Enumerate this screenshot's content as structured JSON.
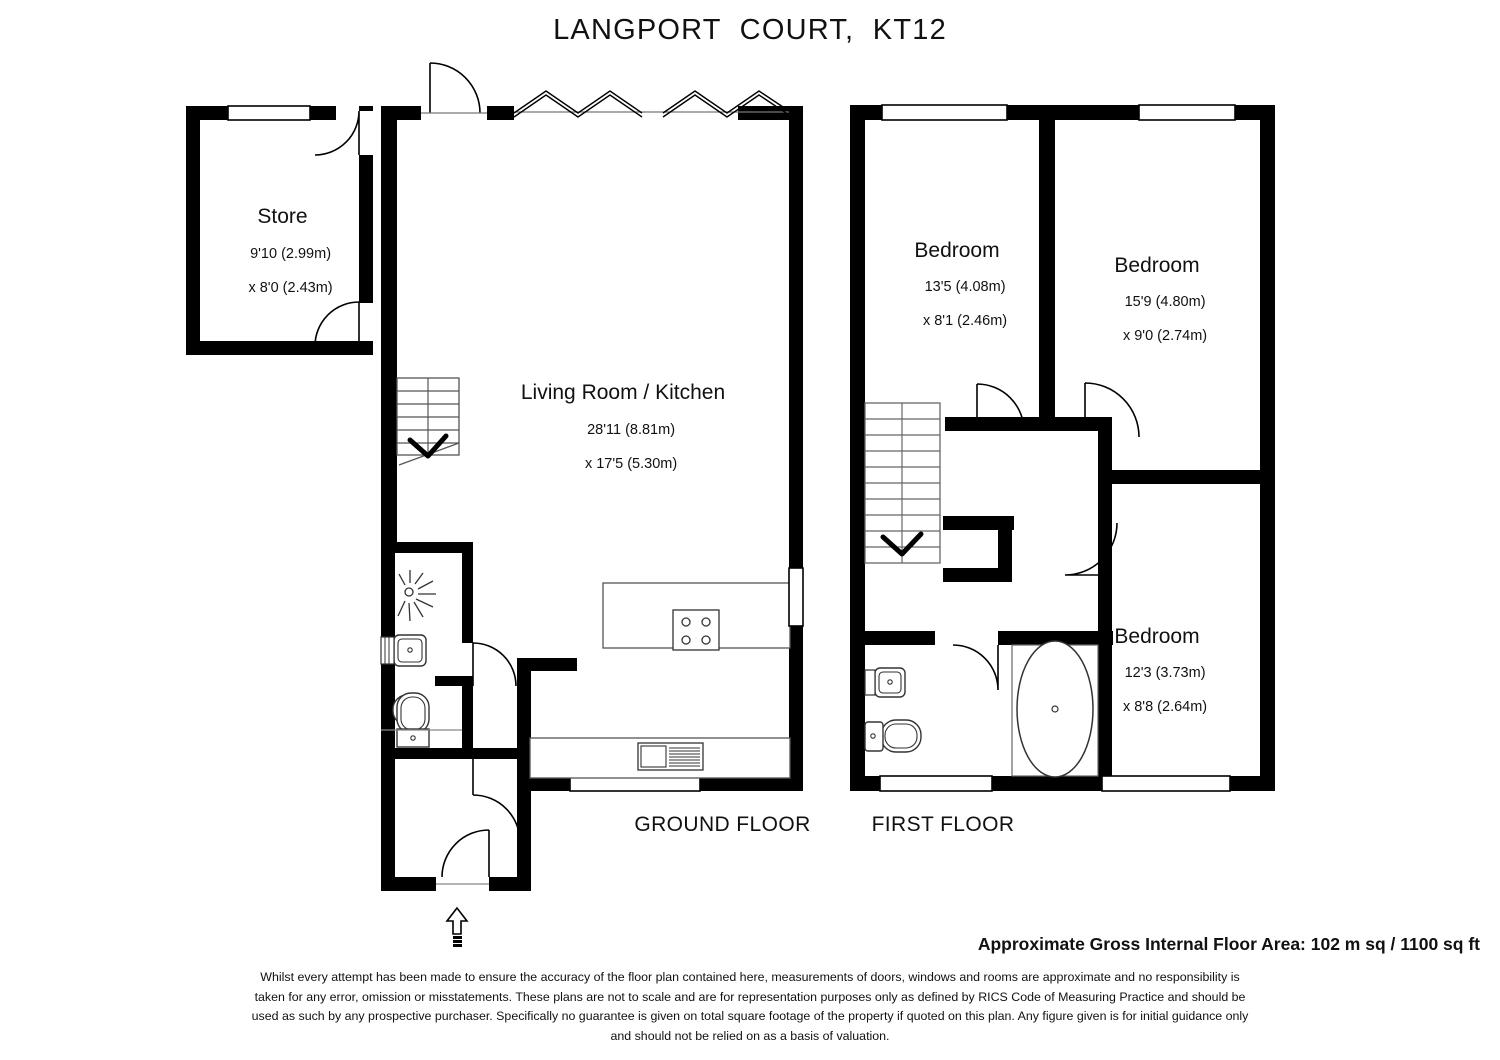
{
  "title": "LANGPORT  COURT,  KT12",
  "floors": [
    {
      "id": "ground",
      "label": "GROUND FLOOR"
    },
    {
      "id": "first",
      "label": "FIRST FLOOR"
    }
  ],
  "rooms": [
    {
      "id": "store",
      "name": "Store",
      "dim_line1": "9'10 (2.99m)",
      "dim_line2": "x 8'0 (2.43m)",
      "floor": "ground"
    },
    {
      "id": "living-kitchen",
      "name": "Living Room / Kitchen",
      "dim_line1": "28'11 (8.81m)",
      "dim_line2": "x 17'5 (5.30m)",
      "floor": "ground"
    },
    {
      "id": "bedroom-1",
      "name": "Bedroom",
      "dim_line1": "13'5 (4.08m)",
      "dim_line2": "x 8'1 (2.46m)",
      "floor": "first"
    },
    {
      "id": "bedroom-2",
      "name": "Bedroom",
      "dim_line1": "15'9 (4.80m)",
      "dim_line2": "x 9'0 (2.74m)",
      "floor": "first"
    },
    {
      "id": "bedroom-3",
      "name": "Bedroom",
      "dim_line1": "12'3 (3.73m)",
      "dim_line2": "x 8'8 (2.64m)",
      "floor": "first"
    }
  ],
  "area_note": "Approximate Gross Internal Floor Area: 102 m sq / 1100 sq ft",
  "disclaimer": "Whilst every attempt has been made to ensure the accuracy of the floor plan contained here, measurements of doors, windows and rooms are approximate and no responsibility is taken for any error, omission or misstatements. These plans are not to scale and are for representation purposes only as defined by RICS Code of Measuring Practice and should be used as such by any prospective purchaser. Specifically no guarantee is given on total square footage of the property if quoted on this plan. Any figure given is for initial guidance only and should not be relied on as a basis of valuation.",
  "colors": {
    "wall": "#000000",
    "background": "#ffffff",
    "fixture_line": "#555555",
    "text": "#111111"
  },
  "fixtures": [
    {
      "id": "shower",
      "name": "shower"
    },
    {
      "id": "wc-basin",
      "name": "wash-basin"
    },
    {
      "id": "wc-toilet",
      "name": "toilet"
    },
    {
      "id": "kitchen-hob",
      "name": "hob"
    },
    {
      "id": "kitchen-sink",
      "name": "sink"
    },
    {
      "id": "bath",
      "name": "bath-tub"
    },
    {
      "id": "bathroom-basin",
      "name": "wash-basin"
    },
    {
      "id": "bathroom-toilet",
      "name": "toilet"
    },
    {
      "id": "stairs-ground",
      "name": "staircase"
    },
    {
      "id": "stairs-first",
      "name": "staircase"
    },
    {
      "id": "entrance-arrow",
      "name": "entrance-marker"
    }
  ]
}
